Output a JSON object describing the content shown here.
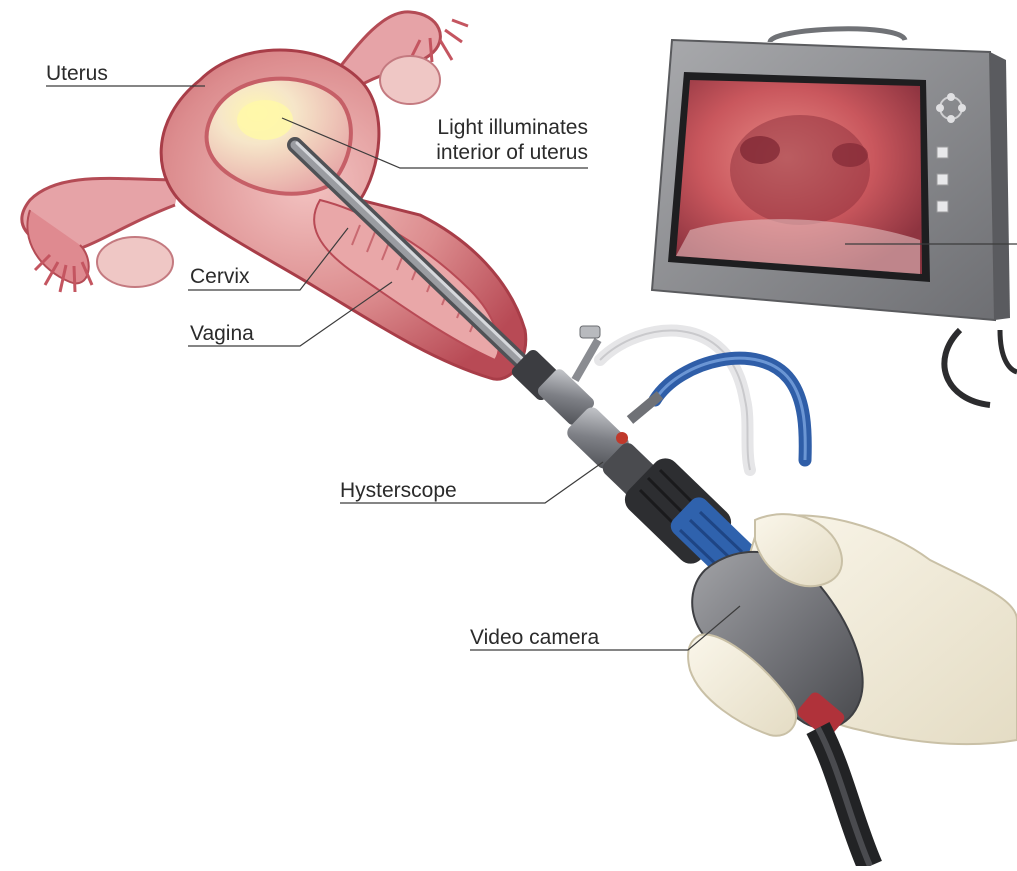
{
  "labels": {
    "uterus": "Uterus",
    "light_line1": "Light illuminates",
    "light_line2": "interior of uterus",
    "cervix": "Cervix",
    "vagina": "Vagina",
    "hysterscope": "Hysterscope",
    "video_camera": "Video camera"
  },
  "colors": {
    "tissue": "#d8747a",
    "tissue_dark": "#b5404a",
    "monitor_frame": "#8a8a8a",
    "screen": "#c55a5e",
    "scope_metal": "#7d7f84",
    "tube_blue": "#3a6eb5",
    "glove": "#f1ead6",
    "camera_body": "#6b6c70"
  }
}
